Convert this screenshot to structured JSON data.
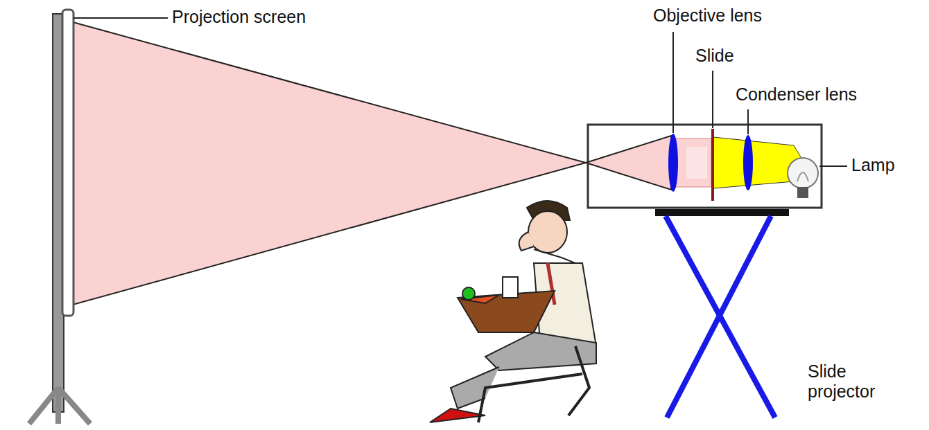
{
  "diagram": {
    "labels": [
      "Projection screen",
      "Objective lens",
      "Slide",
      "Condenser lens",
      "Lamp",
      "Slide projector"
    ]
  }
}
